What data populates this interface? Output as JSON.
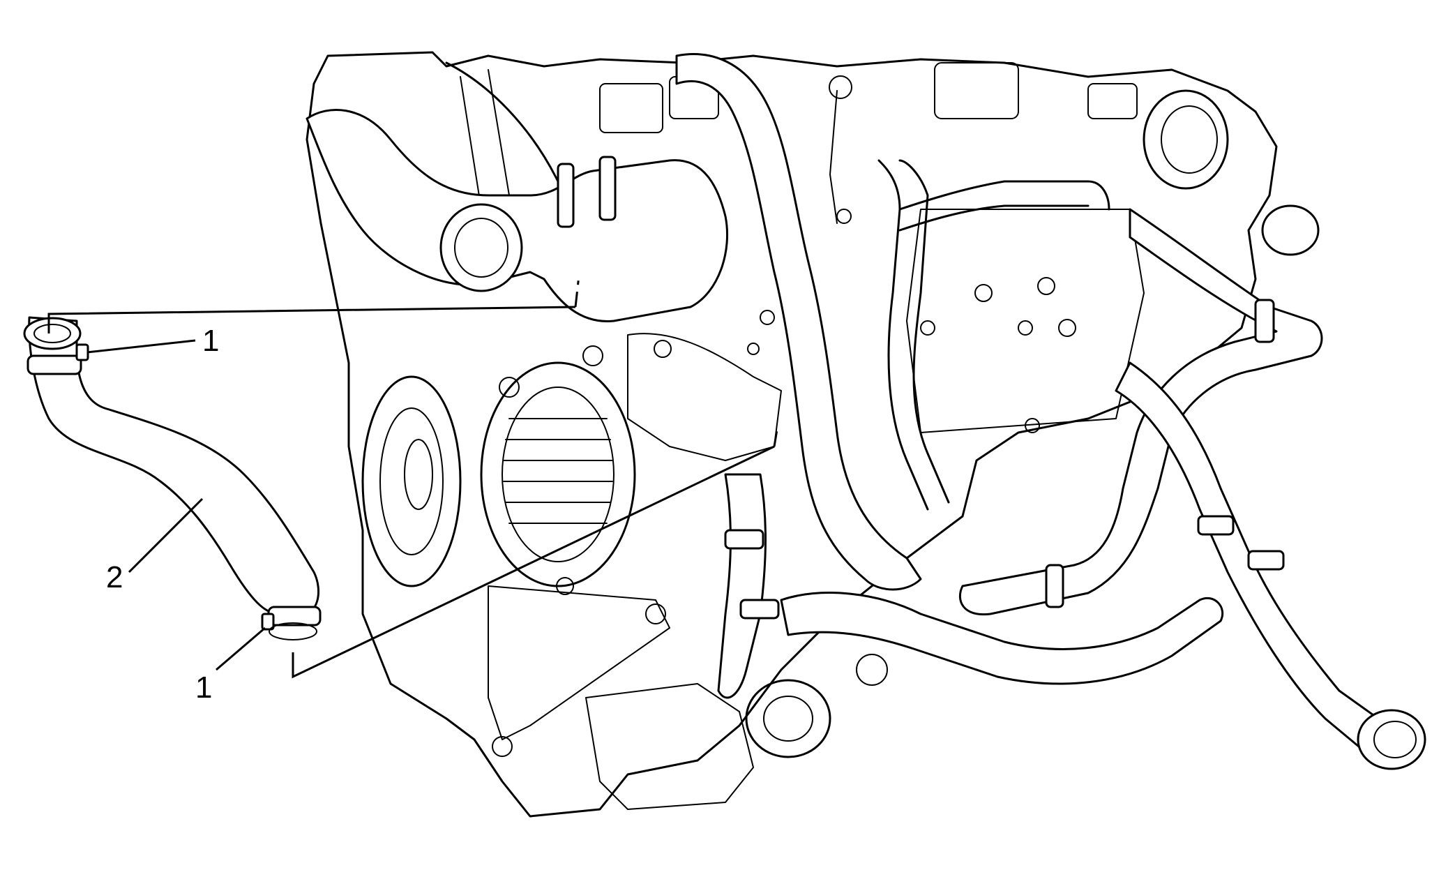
{
  "callouts": [
    {
      "id": "callout-1-top",
      "label": "1"
    },
    {
      "id": "callout-2",
      "label": "2"
    },
    {
      "id": "callout-1-bottom",
      "label": "1"
    }
  ],
  "parts": {
    "clamp": "1",
    "hose": "2"
  }
}
